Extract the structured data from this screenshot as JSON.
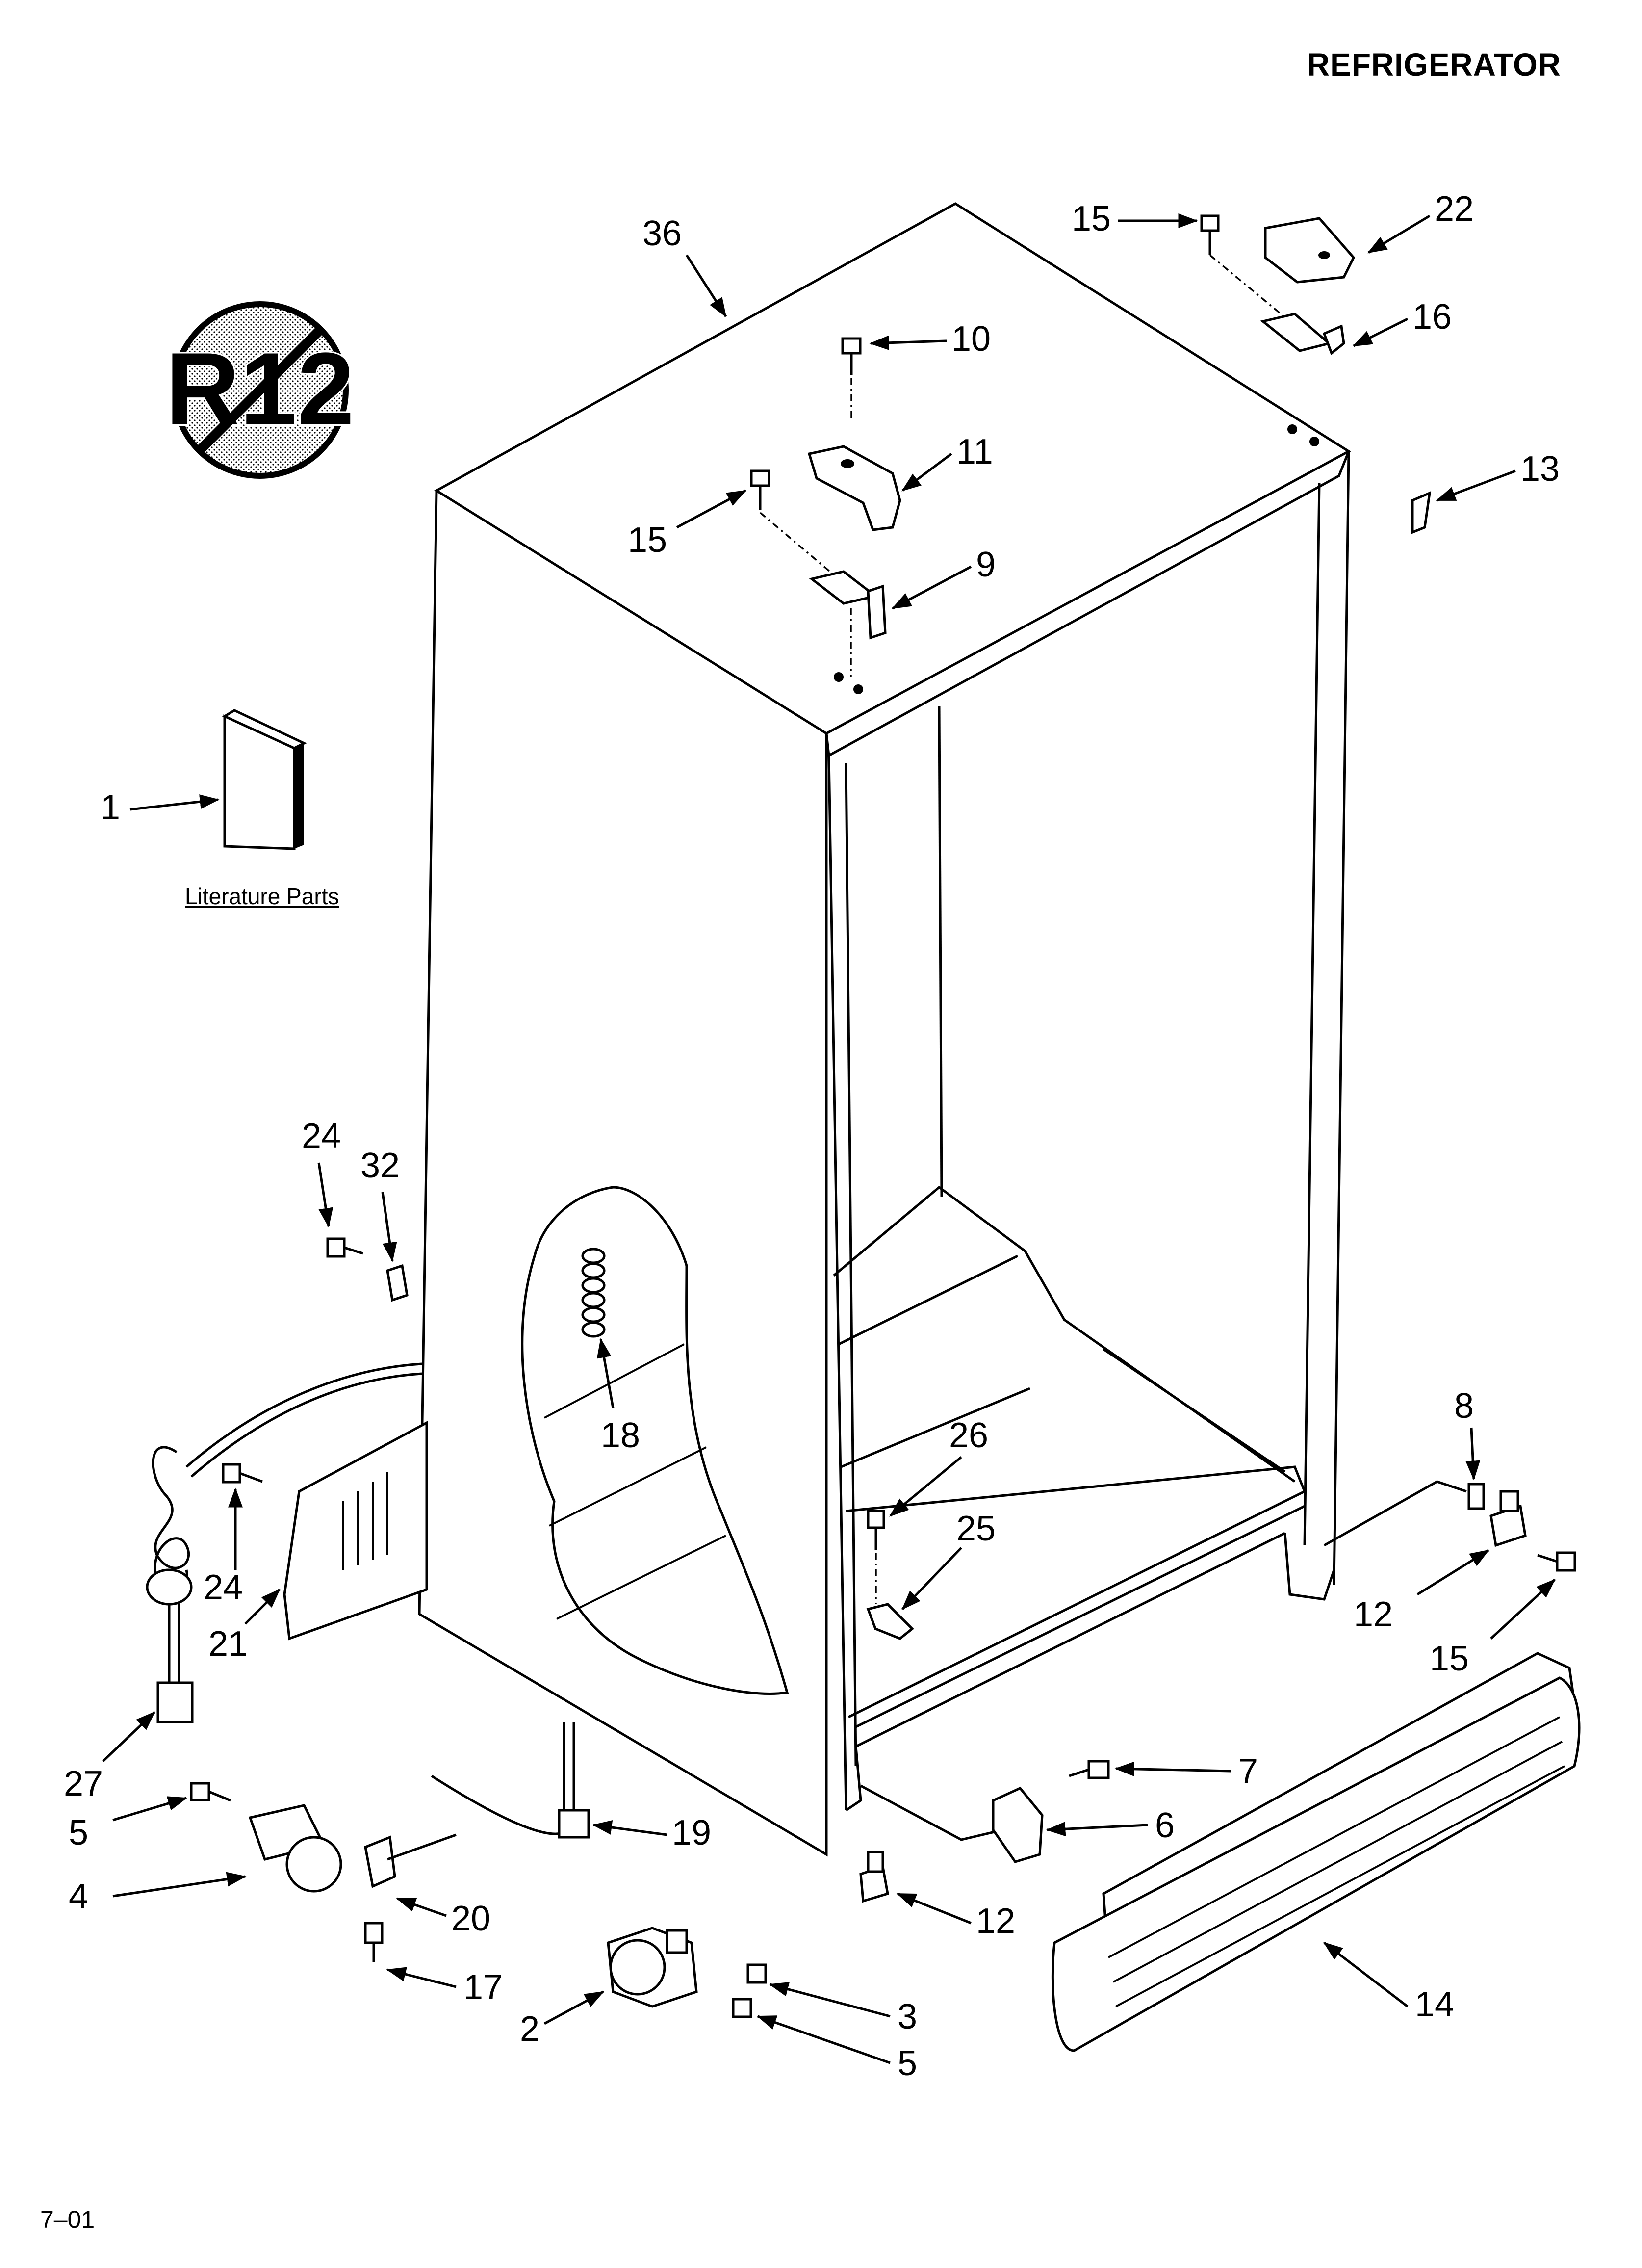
{
  "header": {
    "title": "REFRIGERATOR"
  },
  "footer": {
    "code": "7–01"
  },
  "literature": {
    "label": "Literature Parts"
  },
  "symbols": {
    "no_r12": "R12"
  },
  "callouts": [
    {
      "id": "c36",
      "label": "36"
    },
    {
      "id": "c15a",
      "label": "15"
    },
    {
      "id": "c22",
      "label": "22"
    },
    {
      "id": "c16",
      "label": "16"
    },
    {
      "id": "c10",
      "label": "10"
    },
    {
      "id": "c11",
      "label": "11"
    },
    {
      "id": "c13",
      "label": "13"
    },
    {
      "id": "c15b",
      "label": "15"
    },
    {
      "id": "c9",
      "label": "9"
    },
    {
      "id": "c1",
      "label": "1"
    },
    {
      "id": "c24a",
      "label": "24"
    },
    {
      "id": "c32",
      "label": "32"
    },
    {
      "id": "c18",
      "label": "18"
    },
    {
      "id": "c26",
      "label": "26"
    },
    {
      "id": "c8",
      "label": "8"
    },
    {
      "id": "c25",
      "label": "25"
    },
    {
      "id": "c24b",
      "label": "24"
    },
    {
      "id": "c21",
      "label": "21"
    },
    {
      "id": "c12a",
      "label": "12"
    },
    {
      "id": "c15c",
      "label": "15"
    },
    {
      "id": "c27",
      "label": "27"
    },
    {
      "id": "c7",
      "label": "7"
    },
    {
      "id": "c5a",
      "label": "5"
    },
    {
      "id": "c6",
      "label": "6"
    },
    {
      "id": "c19",
      "label": "19"
    },
    {
      "id": "c4",
      "label": "4"
    },
    {
      "id": "c20",
      "label": "20"
    },
    {
      "id": "c12b",
      "label": "12"
    },
    {
      "id": "c17",
      "label": "17"
    },
    {
      "id": "c3",
      "label": "3"
    },
    {
      "id": "c14",
      "label": "14"
    },
    {
      "id": "c2",
      "label": "2"
    },
    {
      "id": "c5b",
      "label": "5"
    }
  ]
}
